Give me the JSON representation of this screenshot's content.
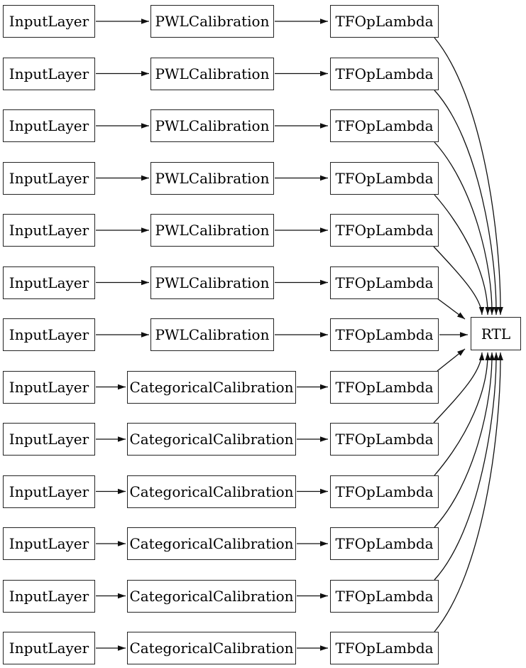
{
  "colors": {
    "background": "#ffffff",
    "node_fill": "#ffffff",
    "node_border": "#242424",
    "edge": "#101010",
    "text": "#000000"
  },
  "sink_label": "RTL",
  "rows": [
    {
      "input": "InputLayer",
      "middle": "PWLCalibration",
      "output": "TFOpLambda"
    },
    {
      "input": "InputLayer",
      "middle": "PWLCalibration",
      "output": "TFOpLambda"
    },
    {
      "input": "InputLayer",
      "middle": "PWLCalibration",
      "output": "TFOpLambda"
    },
    {
      "input": "InputLayer",
      "middle": "PWLCalibration",
      "output": "TFOpLambda"
    },
    {
      "input": "InputLayer",
      "middle": "PWLCalibration",
      "output": "TFOpLambda"
    },
    {
      "input": "InputLayer",
      "middle": "PWLCalibration",
      "output": "TFOpLambda"
    },
    {
      "input": "InputLayer",
      "middle": "PWLCalibration",
      "output": "TFOpLambda"
    },
    {
      "input": "InputLayer",
      "middle": "CategoricalCalibration",
      "output": "TFOpLambda"
    },
    {
      "input": "InputLayer",
      "middle": "CategoricalCalibration",
      "output": "TFOpLambda"
    },
    {
      "input": "InputLayer",
      "middle": "CategoricalCalibration",
      "output": "TFOpLambda"
    },
    {
      "input": "InputLayer",
      "middle": "CategoricalCalibration",
      "output": "TFOpLambda"
    },
    {
      "input": "InputLayer",
      "middle": "CategoricalCalibration",
      "output": "TFOpLambda"
    },
    {
      "input": "InputLayer",
      "middle": "CategoricalCalibration",
      "output": "TFOpLambda"
    }
  ]
}
